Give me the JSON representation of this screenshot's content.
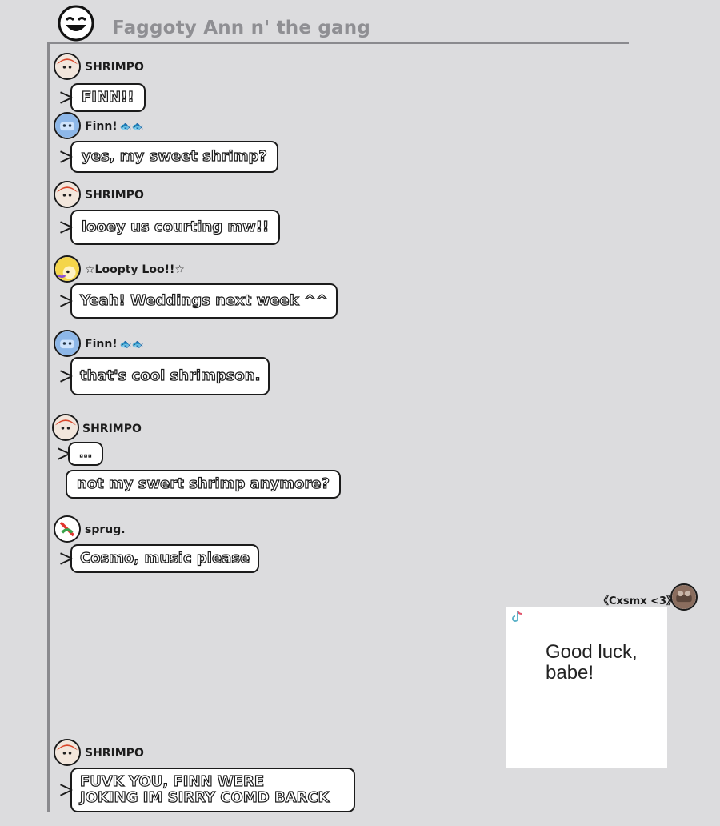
{
  "header": {
    "title": "Faggoty Ann n' the gang",
    "icon": "grinning-face-icon"
  },
  "messages": [
    {
      "user": "SHRIMPO",
      "deco": "",
      "bubbles": [
        "FINN!!"
      ]
    },
    {
      "user": "Finn!",
      "deco": "🐟🐟",
      "bubbles": [
        "yes, my sweet shrimp?"
      ]
    },
    {
      "user": "SHRIMPO",
      "deco": "",
      "bubbles": [
        "looey us courting mw!!"
      ]
    },
    {
      "user": "☆Loopty Loo!!☆",
      "deco": "",
      "bubbles": [
        "Yeah! Weddings next week ^^"
      ]
    },
    {
      "user": "Finn!",
      "deco": "🐟🐟",
      "bubbles": [
        "that's cool shrimpson."
      ]
    },
    {
      "user": "SHRIMPO",
      "deco": "",
      "bubbles": [
        "...",
        "not my swert shrimp anymore?"
      ]
    },
    {
      "user": "sprug.",
      "deco": "",
      "bubbles": [
        "Cosmo, music please"
      ]
    },
    {
      "user": "SHRIMPO",
      "deco": "",
      "bubbles": [
        "FUVK YOU, FINN WERE",
        "JOKING IM SIRRY COMD BARCK"
      ]
    }
  ],
  "self_message": {
    "user": "《Cxsmx <3》",
    "video_text": "Good luck,\nbabe!",
    "video_icon": "tiktok-icon"
  },
  "colors": {
    "background": "#dcdcde",
    "rule": "#8a8a8e",
    "title": "#8f8f93",
    "bubble_fill": "#ffffff",
    "bubble_outline": "#1b1b1b"
  }
}
